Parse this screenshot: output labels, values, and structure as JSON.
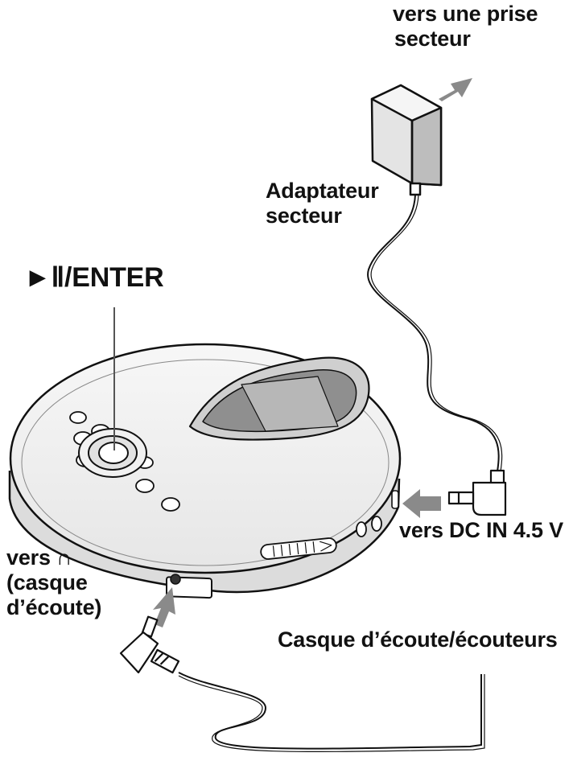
{
  "labels": {
    "outlet": [
      "vers une prise",
      "secteur"
    ],
    "adapter": [
      "Adaptateur",
      "secteur"
    ],
    "enter_button": "►Ⅱ/ENTER",
    "dc_in": "vers DC IN 4.5 V",
    "headphone_jack": [
      "vers ∩",
      "(casque",
      "d’écoute)"
    ],
    "headphones": "Casque d’écoute/écouteurs"
  },
  "colors": {
    "line": "#111111",
    "arrow": "#8a8a8a",
    "fill_light": "#f3f3f3",
    "fill_mid": "#d9d9d9"
  }
}
